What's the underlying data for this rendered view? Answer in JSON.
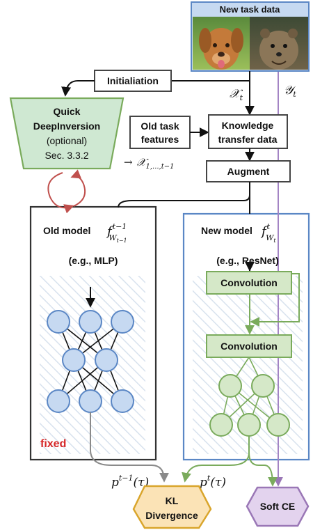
{
  "new_task": {
    "title": "New task data",
    "images": [
      "dog-photo",
      "quokka-photo"
    ]
  },
  "initialisation": "Initialiation",
  "quick_di": {
    "line1": "Quick",
    "line2": "DeepInversion",
    "line3": "(optional)",
    "line4": "Sec. 3.3.2"
  },
  "old_features": {
    "line1": "Old task",
    "line2": "features"
  },
  "knowledge": {
    "line1": "Knowledge",
    "line2": "transfer data"
  },
  "augment": "Augment",
  "x_t": {
    "base": "𝒳",
    "sub": "t"
  },
  "y_t": {
    "base": "𝒴",
    "sub": "t"
  },
  "old_range": {
    "arrow": "→",
    "base": "𝒳",
    "sub": "1,...,t−1"
  },
  "old_model": {
    "title": "Old model",
    "f_base": "f",
    "f_sup": "t−1",
    "f_sub": "W",
    "f_subsub": "t−1",
    "example": "(e.g., MLP)",
    "fixed": "fixed"
  },
  "new_model": {
    "title": "New model",
    "f_base": "f",
    "f_sup": "t",
    "f_sub": "W",
    "f_subsub": "t",
    "example": "(e.g., ResNet)",
    "conv1": "Convolution",
    "conv2": "Convolution"
  },
  "p_old": {
    "base": "p",
    "sup": "t−1",
    "arg": "(τ)"
  },
  "p_new": {
    "base": "p",
    "sup": "t",
    "arg": "(τ)"
  },
  "kl": {
    "line1": "KL",
    "line2": "Divergence"
  },
  "soft_ce": "Soft CE",
  "colors": {
    "blue_border": "#5b87c5",
    "blue_fill": "#c6d9f1",
    "green_border": "#7aab5c",
    "green_fill": "#d5e8c8",
    "quick_fill": "#cfe8d2",
    "kl_fill": "#fbe3b6",
    "kl_border": "#d9a52b",
    "ce_fill": "#e3d3ee",
    "ce_border": "#9a77b6",
    "red": "#d62728",
    "purple_line": "#a384c4"
  }
}
